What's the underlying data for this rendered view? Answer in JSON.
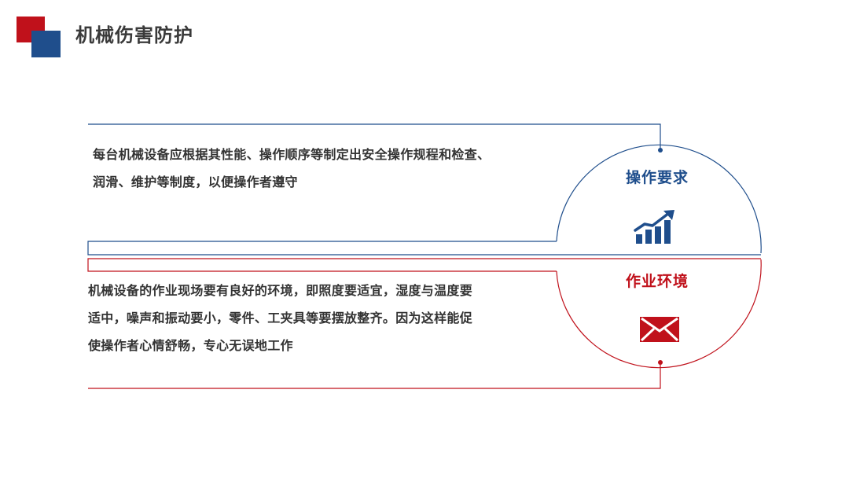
{
  "header": {
    "title": "机械伤害防护"
  },
  "sections": [
    {
      "label": "操作要求",
      "icon": "bar-chart-growth-icon",
      "color": "#1f4e8c",
      "lines": [
        "每台机械设备应根据其性能、操作顺序等制定出安全操作规程和检查、",
        "润滑、维护等制度，以便操作者遵守"
      ]
    },
    {
      "label": "作业环境",
      "icon": "envelope-icon",
      "color": "#c0111b",
      "lines": [
        "机械设备的作业现场要有良好的环境，即照度要适宜，湿度与温度要",
        "适中，噪声和振动要小，零件、工夹具等要摆放整齐。因为这样能促",
        "使操作者心情舒畅，专心无误地工作"
      ]
    }
  ],
  "colors": {
    "brand_red": "#c0111b",
    "brand_blue": "#1f4e8c",
    "text": "#333333"
  }
}
